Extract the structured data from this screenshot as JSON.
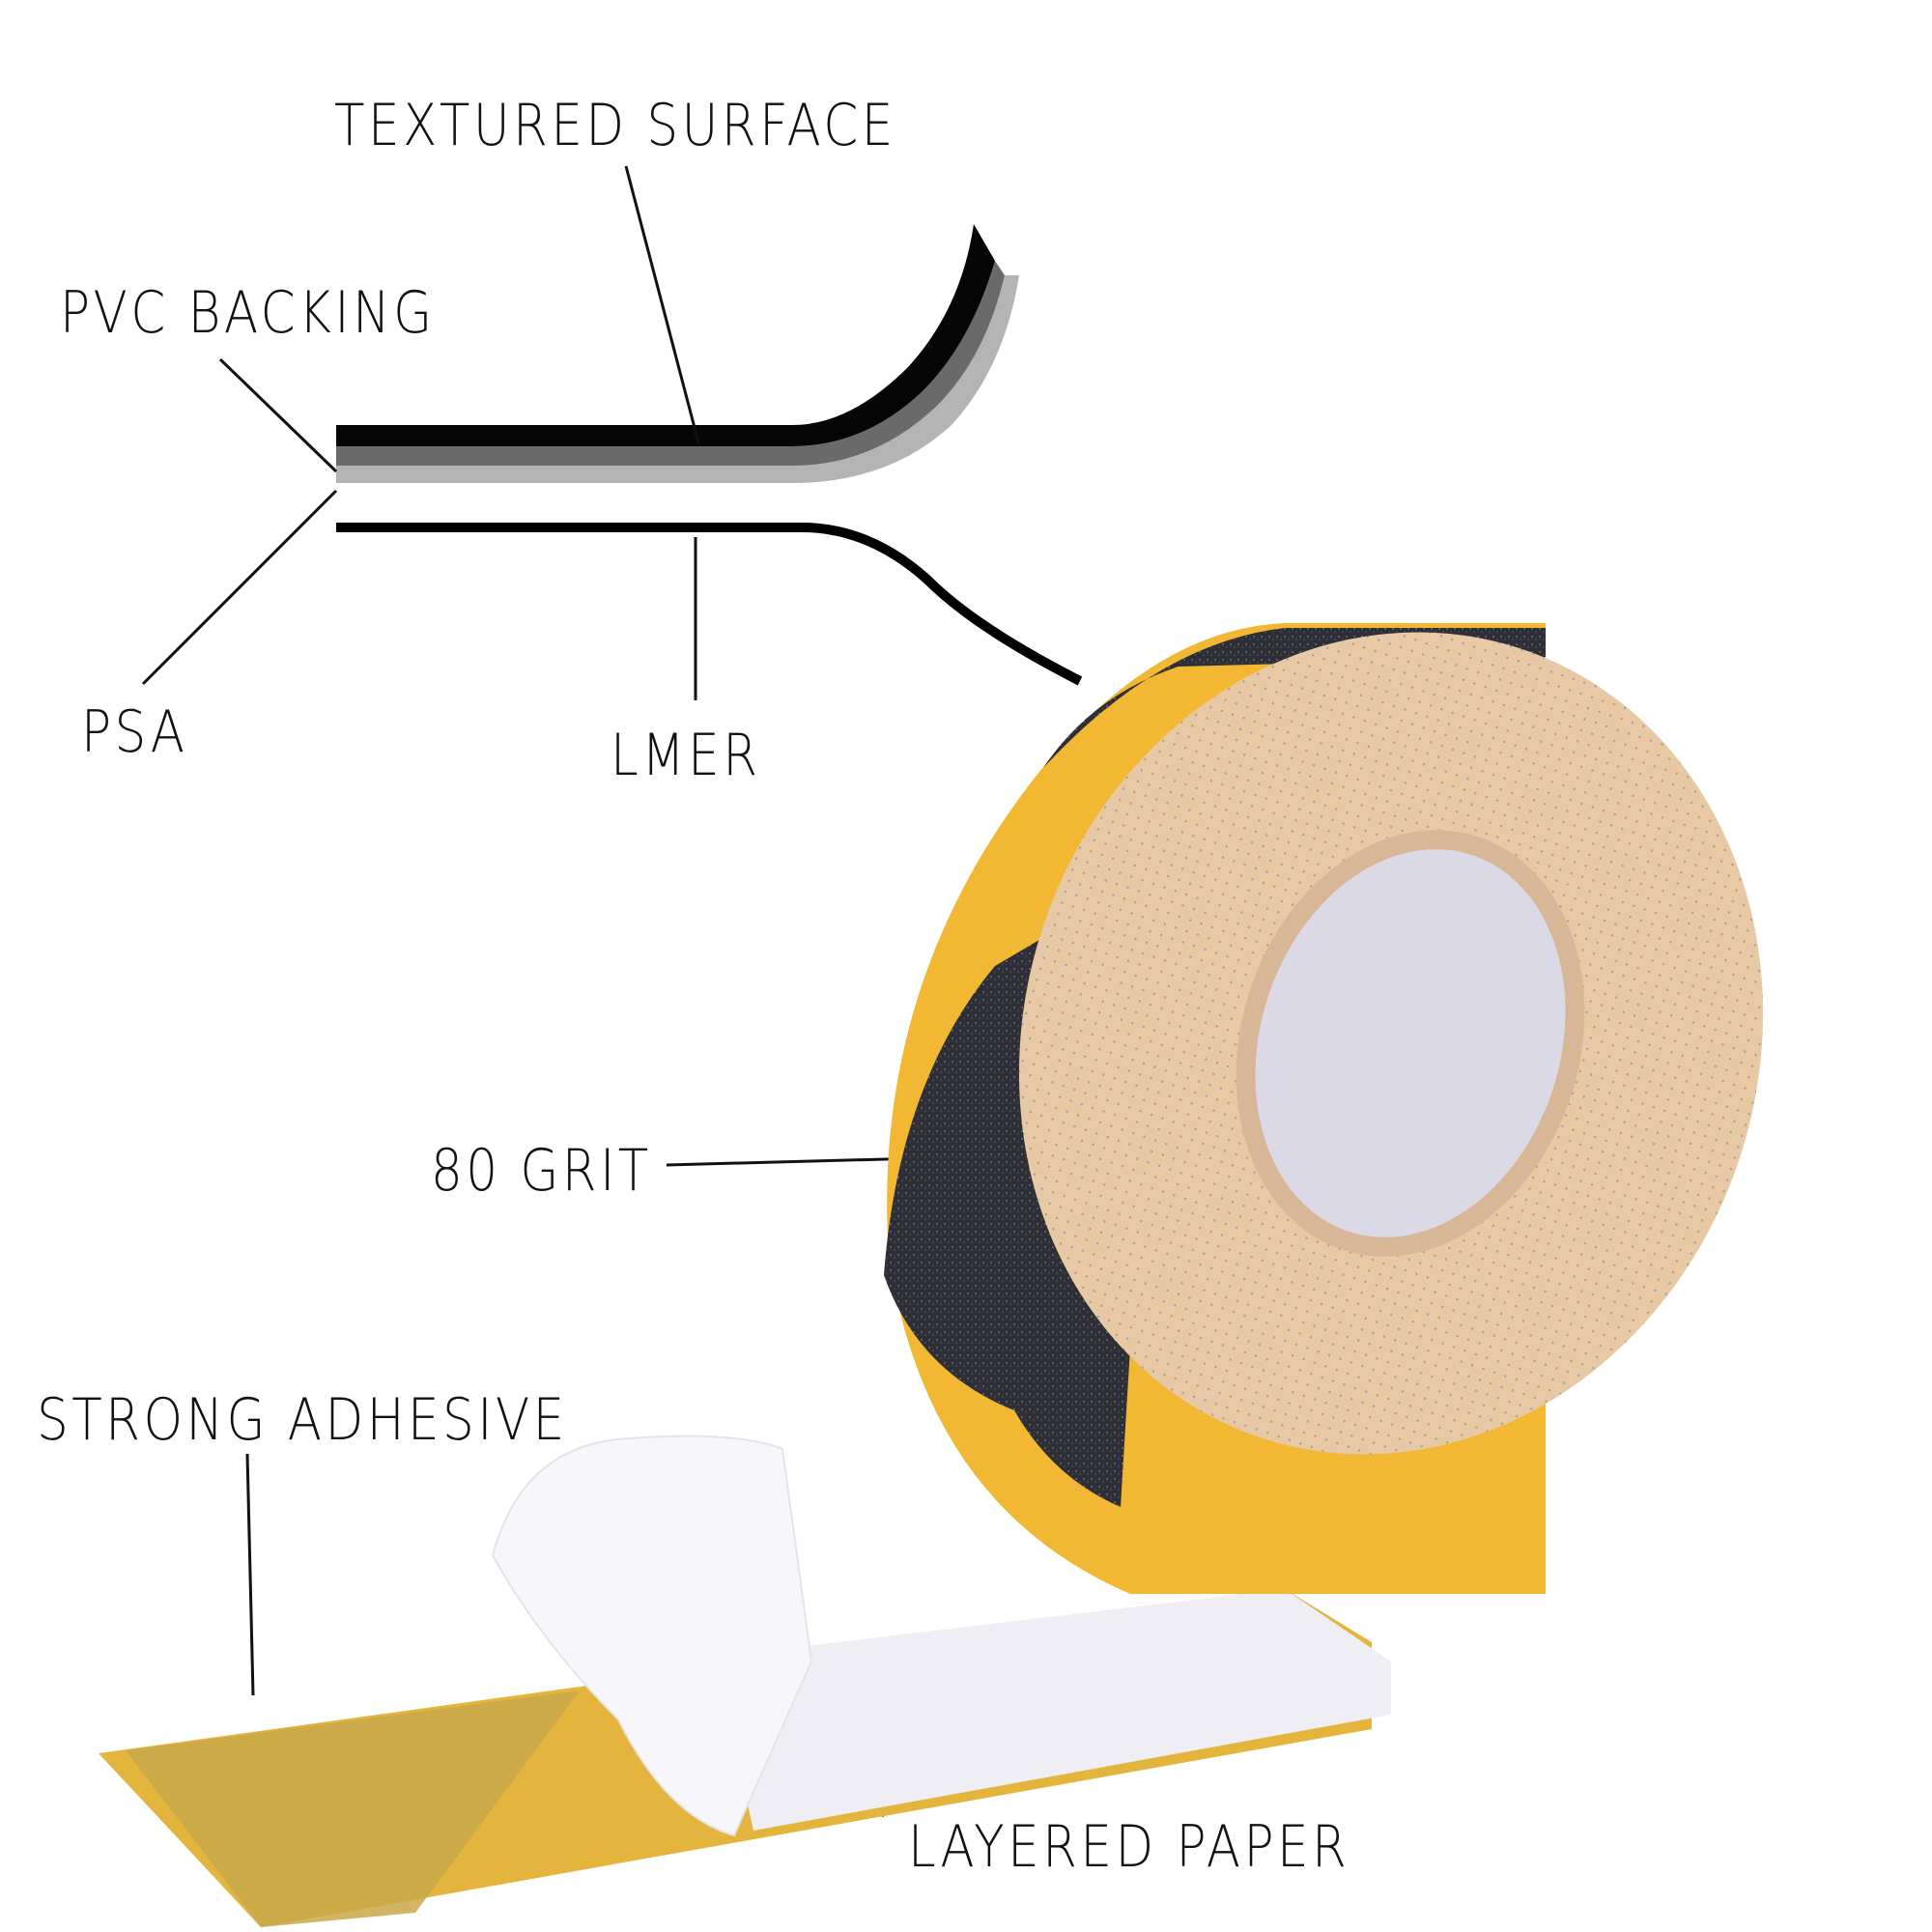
{
  "diagram": {
    "subject": "anti-slip grit tape roll",
    "labels": {
      "textured_surface": "TEXTURED SURFACE",
      "pvc_backing": "PVC BACKING",
      "psa": "PSA",
      "lmer": "LMER",
      "grit": "80 GRIT",
      "strong_adhesive": "STRONG ADHESIVE",
      "layered_paper": "LAYERED PAPER"
    },
    "colors": {
      "background": "#ffffff",
      "text": "#111111",
      "tape_yellow": "#f2b733",
      "tape_black": "#2e2f36",
      "roll_edge": "#e9c9a4",
      "liner_white": "#f4f3f8",
      "layer_black": "#050505",
      "layer_dark_gray": "#6a6a6a",
      "layer_light_gray": "#b4b4b4"
    }
  }
}
